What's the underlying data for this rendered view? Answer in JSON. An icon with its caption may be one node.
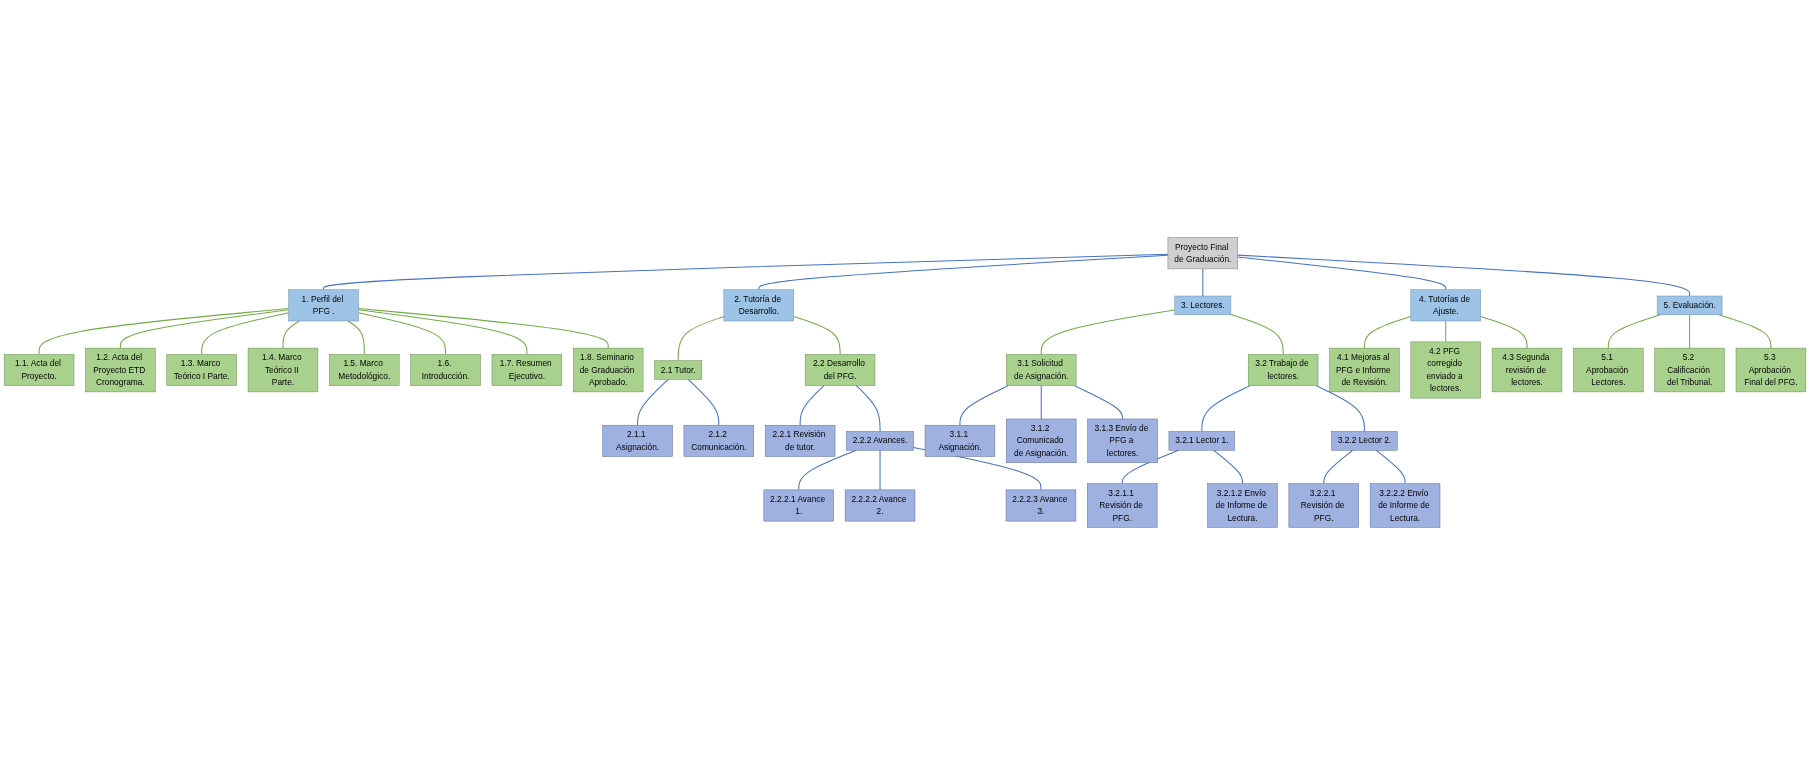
{
  "diagram": {
    "nodes": [
      {
        "text": [
          "Proyecto Final de Graduación."
        ]
      },
      {
        "text": [
          "1. Perfil del PFG ."
        ]
      },
      {
        "text": [
          "1.1. Acta del Proyecto."
        ]
      },
      {
        "text": [
          "1.2. Acta del Proyecto ETD Cronograma."
        ]
      },
      {
        "text": [
          "1.3. Marco Teórico I Parte."
        ]
      },
      {
        "text": [
          "1.4. Marco Teórico II Parte."
        ]
      },
      {
        "text": [
          "1.5. Marco Metodológico."
        ]
      },
      {
        "text": [
          "1.6. Introducción."
        ]
      },
      {
        "text": [
          "1.7. Resumen Ejecutivo."
        ]
      },
      {
        "text": [
          "1.8. Seminario de Graduación Aprobado."
        ]
      },
      {
        "text": [
          "2. Tutoría de Desarrollo."
        ]
      },
      {
        "text": [
          "2.1 Tutor."
        ]
      },
      {
        "text": [
          "2.1.1 Asignación."
        ]
      },
      {
        "text": [
          "2.1.2 Comunicación."
        ]
      },
      {
        "text": [
          "2.2 Desarrollo del PFG."
        ]
      },
      {
        "text": [
          "2.2.1 Revisión de tutor."
        ]
      },
      {
        "text": [
          "2.2.2 Avances."
        ]
      },
      {
        "text": [
          "2.2.2.1 Avance 1."
        ]
      },
      {
        "text": [
          "2.2.2.2 Avance 2."
        ]
      },
      {
        "text": [
          "2.2.2.3 Avance 3."
        ]
      },
      {
        "text": [
          "3. Lectores."
        ]
      },
      {
        "text": [
          "3.1 Solicitud de Asignación."
        ]
      },
      {
        "text": [
          "3.1.1 Asignación."
        ]
      },
      {
        "text": [
          "3.1.2 Comunicado de Asignación."
        ]
      },
      {
        "text": [
          "3.1.3 Envío de PFG a lectores."
        ]
      },
      {
        "text": [
          "3.2 Trabajo de lectores."
        ]
      },
      {
        "text": [
          "3.2.1 Lector 1."
        ]
      },
      {
        "text": [
          "3.2.1.1 Revisión de PFG."
        ]
      },
      {
        "text": [
          "3.2.1.2 Envío de Informe de Lectura."
        ]
      },
      {
        "text": [
          "3.2.2 Lector 2."
        ]
      },
      {
        "text": [
          "3.2.2.1 Revisión de PFG."
        ]
      },
      {
        "text": [
          "3.2.2.2 Envío de Informe de Lectura."
        ]
      },
      {
        "text": [
          "4. Tutorías de Ajuste."
        ]
      },
      {
        "text": [
          "4.1 Mejoras al PFG e Informe de Revisión."
        ]
      },
      {
        "text": [
          "4.2 PFG corregido enviado a lectores."
        ]
      },
      {
        "text": [
          "4.3 Segunda revisión de lectores."
        ]
      },
      {
        "text": [
          "5. Evaluación."
        ]
      },
      {
        "text": [
          "5.1 Aprobación Lectores."
        ]
      },
      {
        "text": [
          "5.2 Calificación del Tribunal."
        ]
      },
      {
        "text": [
          "5.3 Aprobación Final del PFG."
        ]
      }
    ],
    "edges": [
      {
        "from": 0,
        "to": 1,
        "arrow": "none"
      },
      {
        "from": 0,
        "to": 10,
        "arrow": "none"
      },
      {
        "from": 0,
        "to": 20,
        "arrow": "none"
      },
      {
        "from": 0,
        "to": 32,
        "arrow": "none"
      },
      {
        "from": 0,
        "to": 36,
        "arrow": "none"
      },
      {
        "from": 1,
        "to": 2,
        "arrow": "none",
        "color": "#70ad47"
      },
      {
        "from": 1,
        "to": 3,
        "arrow": "none",
        "color": "#70ad47"
      },
      {
        "from": 1,
        "to": 4,
        "arrow": "none",
        "color": "#70ad47"
      },
      {
        "from": 1,
        "to": 5,
        "arrow": "none",
        "color": "#70ad47"
      },
      {
        "from": 1,
        "to": 6,
        "arrow": "none",
        "color": "#70ad47"
      },
      {
        "from": 1,
        "to": 7,
        "arrow": "none",
        "color": "#70ad47"
      },
      {
        "from": 1,
        "to": 8,
        "arrow": "none",
        "color": "#70ad47"
      },
      {
        "from": 1,
        "to": 9,
        "arrow": "none",
        "color": "#70ad47"
      },
      {
        "from": 10,
        "to": 11,
        "arrow": "none",
        "color": "#70ad47"
      },
      {
        "from": 10,
        "to": 14,
        "arrow": "none",
        "color": "#70ad47"
      },
      {
        "from": 11,
        "to": 12,
        "arrow": "none"
      },
      {
        "from": 11,
        "to": 13,
        "arrow": "none"
      },
      {
        "from": 14,
        "to": 15,
        "arrow": "none"
      },
      {
        "from": 14,
        "to": 16,
        "arrow": "none"
      },
      {
        "from": 16,
        "to": 17,
        "arrow": "none"
      },
      {
        "from": 16,
        "to": 18,
        "arrow": "none"
      },
      {
        "from": 16,
        "to": 19,
        "arrow": "none"
      },
      {
        "from": 20,
        "to": 21,
        "arrow": "none",
        "color": "#70ad47"
      },
      {
        "from": 20,
        "to": 25,
        "arrow": "none",
        "color": "#70ad47"
      },
      {
        "from": 21,
        "to": 22,
        "arrow": "none"
      },
      {
        "from": 21,
        "to": 23,
        "arrow": "none"
      },
      {
        "from": 21,
        "to": 24,
        "arrow": "none"
      },
      {
        "from": 25,
        "to": 26,
        "arrow": "none"
      },
      {
        "from": 25,
        "to": 29,
        "arrow": "none"
      },
      {
        "from": 26,
        "to": 27,
        "arrow": "none"
      },
      {
        "from": 26,
        "to": 28,
        "arrow": "none"
      },
      {
        "from": 29,
        "to": 30,
        "arrow": "none"
      },
      {
        "from": 29,
        "to": 31,
        "arrow": "none"
      },
      {
        "from": 32,
        "to": 33,
        "arrow": "none",
        "color": "#70ad47"
      },
      {
        "from": 32,
        "to": 34,
        "arrow": "none",
        "color": "#70ad47"
      },
      {
        "from": 32,
        "to": 35,
        "arrow": "none",
        "color": "#70ad47"
      },
      {
        "from": 36,
        "to": 37,
        "arrow": "none",
        "color": "#70ad47"
      },
      {
        "from": 36,
        "to": 38,
        "arrow": "none",
        "color": "#70ad47"
      },
      {
        "from": 36,
        "to": 39,
        "arrow": "none",
        "color": "#70ad47"
      }
    ]
  }
}
